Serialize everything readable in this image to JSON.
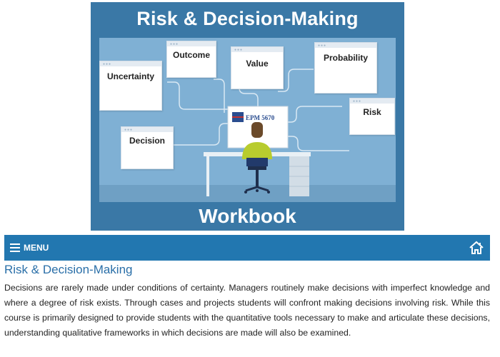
{
  "banner": {
    "title": "Risk & Decision-Making",
    "subtitle": "Workbook",
    "monitor_text": "EPM 5670",
    "cards": {
      "outcome": "Outcome",
      "value": "Value",
      "probability": "Probability",
      "uncertainty": "Uncertainty",
      "risk": "Risk",
      "decision": "Decision"
    }
  },
  "menubar": {
    "menu_label": "MENU",
    "menu_icon": "hamburger-icon",
    "home_icon": "home-icon"
  },
  "page": {
    "title": "Risk & Decision-Making",
    "body": "Decisions are rarely made under conditions of certainty. Managers routinely make decisions with imperfect knowledge and where a degree of risk exists. Through cases and projects students will confront making decisions involving risk. While this course is primarily designed to provide students with the quantitative tools necessary to make and articulate these decisions, understanding qualitative frameworks in which decisions are made will also be examined."
  },
  "colors": {
    "banner_bg": "#3a78a6",
    "panel_bg": "#7fb0d4",
    "menubar_bg": "#2277b0",
    "title_color": "#2a6fa8"
  }
}
